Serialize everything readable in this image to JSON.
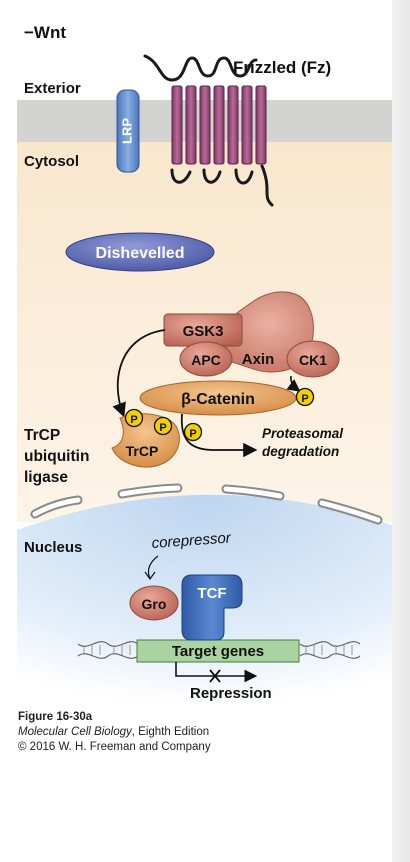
{
  "labels": {
    "wnt": "−Wnt",
    "frizzled": "Frizzled (Fz)",
    "exterior": "Exterior",
    "cytosol": "Cytosol",
    "lrp": "LRP",
    "dishevelled": "Dishevelled",
    "gsk3": "GSK3",
    "apc": "APC",
    "axin": "Axin",
    "ck1": "CK1",
    "beta_catenin": "β-Catenin",
    "phospho": "P",
    "trcp_complex": "TrCP",
    "trcp_line1": "TrCP",
    "trcp_line2": "ubiquitin",
    "trcp_line3": "ligase",
    "proteasomal_line1": "Proteasomal",
    "proteasomal_line2": "degradation",
    "nucleus": "Nucleus",
    "corepressor_note": "corepressor",
    "gro": "Gro",
    "tcf": "TCF",
    "target_genes": "Target genes",
    "repression": "Repression"
  },
  "caption": {
    "figure": "Figure 16-30a",
    "book_title": "Molecular Cell Biology",
    "book_edition": ", Eighth Edition",
    "copyright": "© 2016 W. H. Freeman and Company"
  },
  "colors": {
    "membrane": "#d3d3d1",
    "cytosol": "#f8e6cc",
    "nucleus": "#cfe2f3",
    "frizzled": "#9a4f7e",
    "lrp": "#5b86c9",
    "dishevelled": "#5f6cb5",
    "salmon": "#d07a68",
    "beta_catenin": "#e5a362",
    "phosphate": "#f2d000",
    "tcf": "#3d69b7",
    "target_genes": "#a8d2a0"
  }
}
